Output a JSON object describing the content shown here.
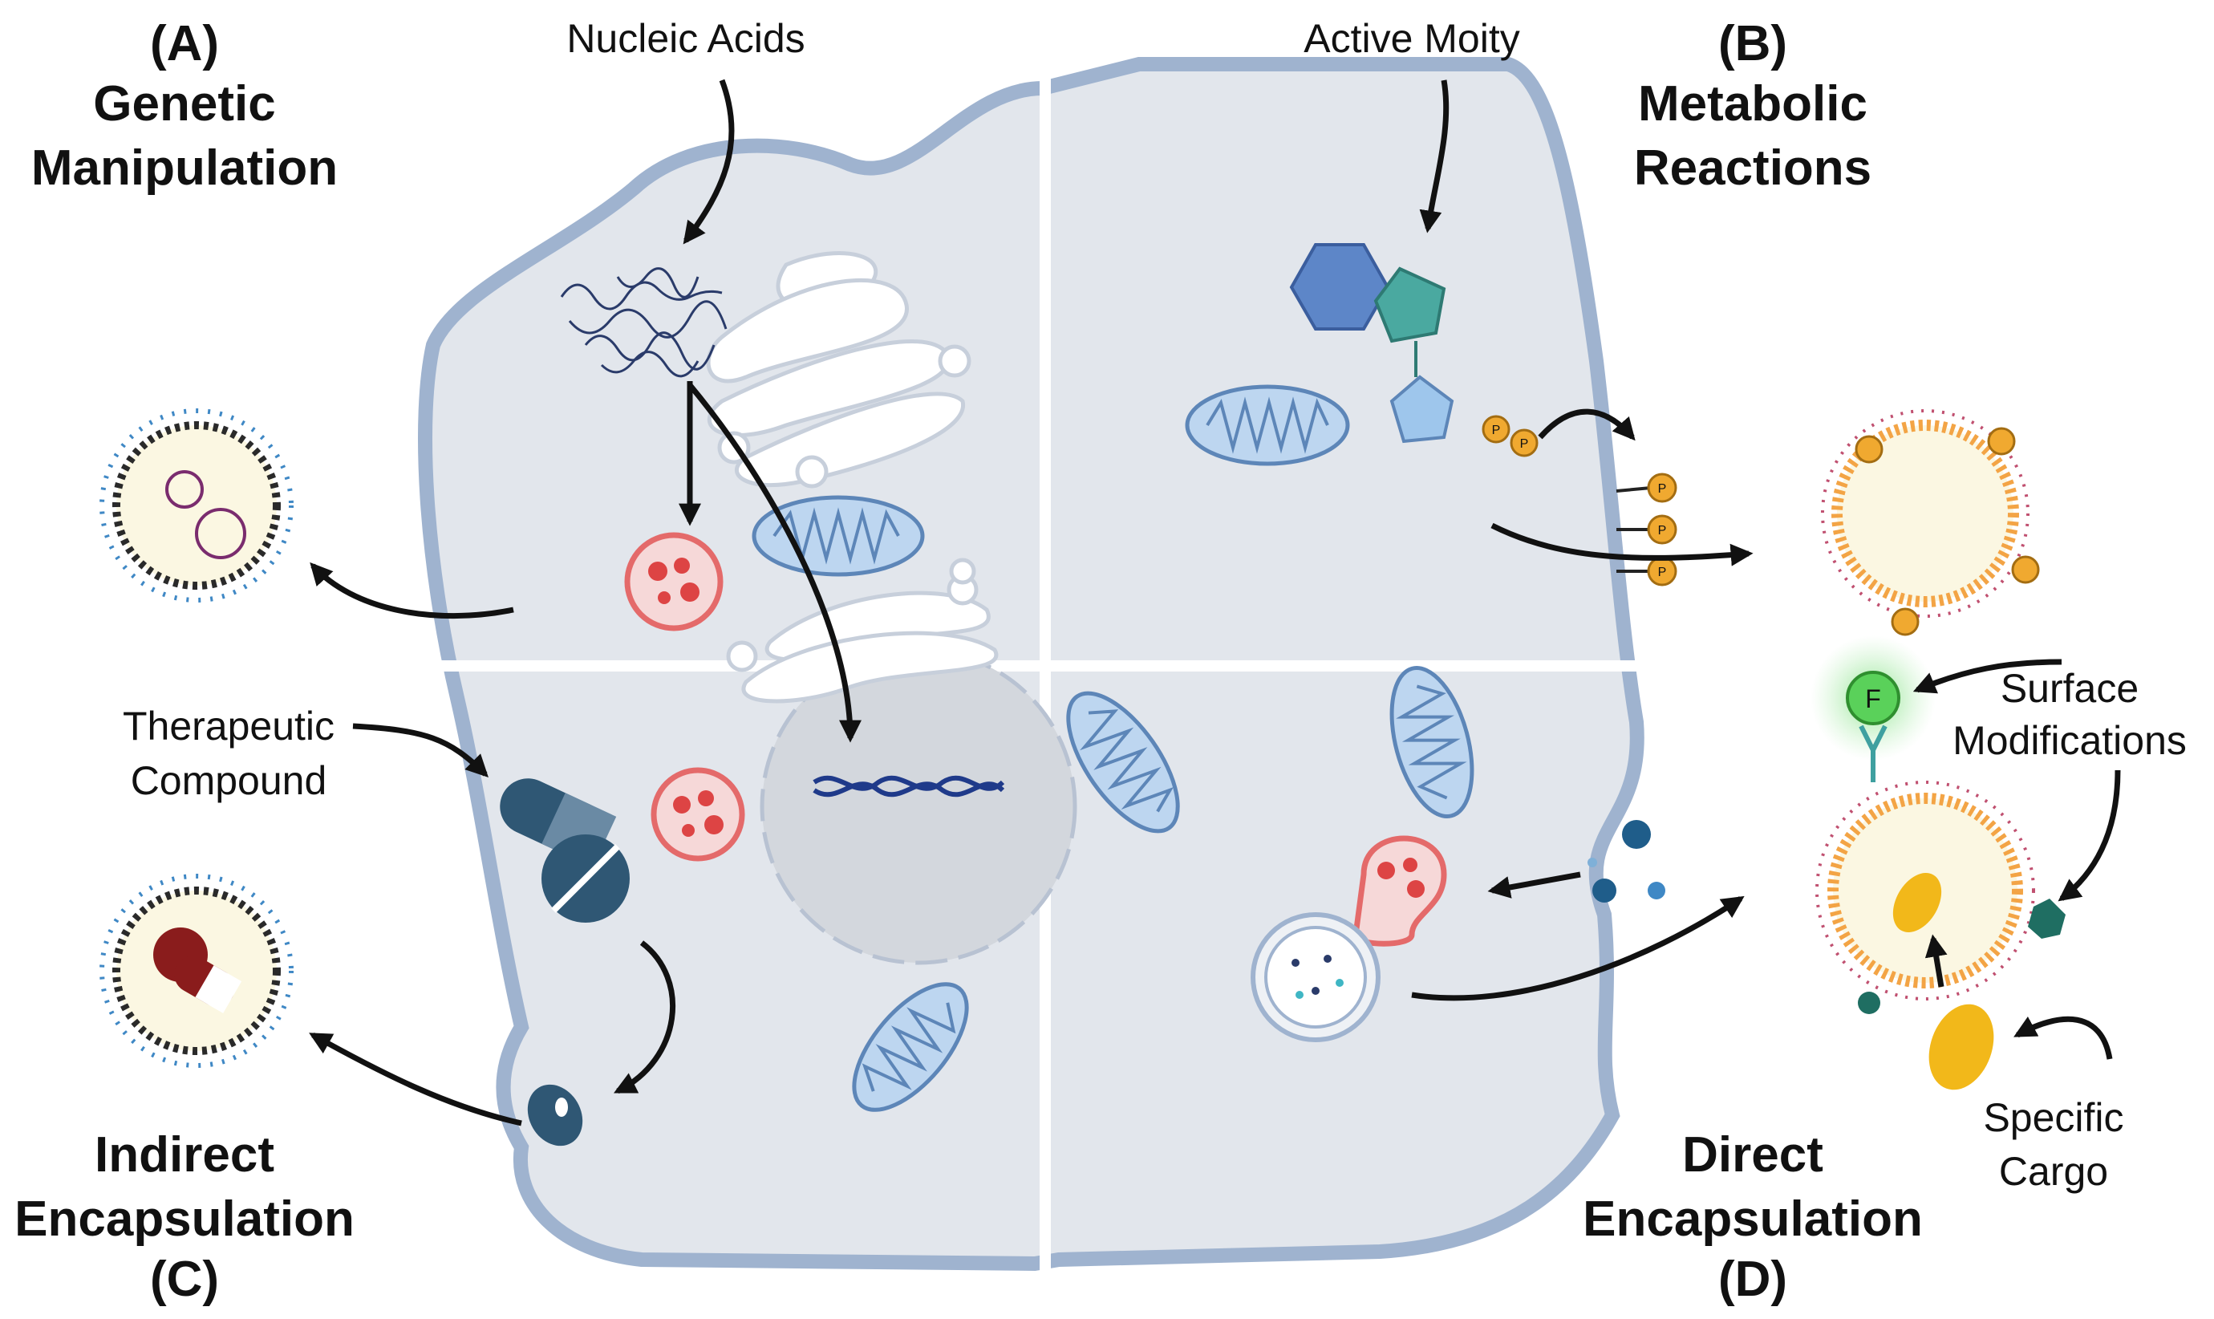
{
  "panels": {
    "a": {
      "letter": "(A)",
      "title_line1": "Genetic",
      "title_line2": "Manipulation"
    },
    "b": {
      "letter": "(B)",
      "title_line1": "Metabolic",
      "title_line2": "Reactions"
    },
    "c": {
      "letter": "(C)",
      "title_line1": "Indirect",
      "title_line2": "Encapsulation"
    },
    "d": {
      "letter": "(D)",
      "title_line1": "Direct",
      "title_line2": "Encapsulation"
    }
  },
  "callouts": {
    "nucleic_acids": "Nucleic Acids",
    "active_moiety": "Active Moity",
    "therapeutic_line1": "Therapeutic",
    "therapeutic_line2": "Compound",
    "surface_line1": "Surface",
    "surface_line2": "Modifications",
    "cargo_line1": "Specific",
    "cargo_line2": "Cargo"
  },
  "glyphs": {
    "phosphate": "P",
    "fluorophore": "F"
  },
  "icons": [
    "cell-membrane-icon",
    "nucleus-icon",
    "dna-icon",
    "golgi-icon",
    "mitochondrion-icon",
    "lysosome-icon",
    "vesicle-icon",
    "pill-icon",
    "nucleotide-icon",
    "antibody-icon"
  ],
  "colors": {
    "membrane": "#9fb3cf",
    "cytoplasm": "#e2e6ec",
    "nucleus": "#d3d7dd",
    "mito": "#bdd6f0",
    "lyso": "#e46a6a",
    "drug": "#2f5774",
    "phosphate": "#f0a930",
    "ev_lipid": "#f3a445",
    "arrow": "#111111"
  }
}
